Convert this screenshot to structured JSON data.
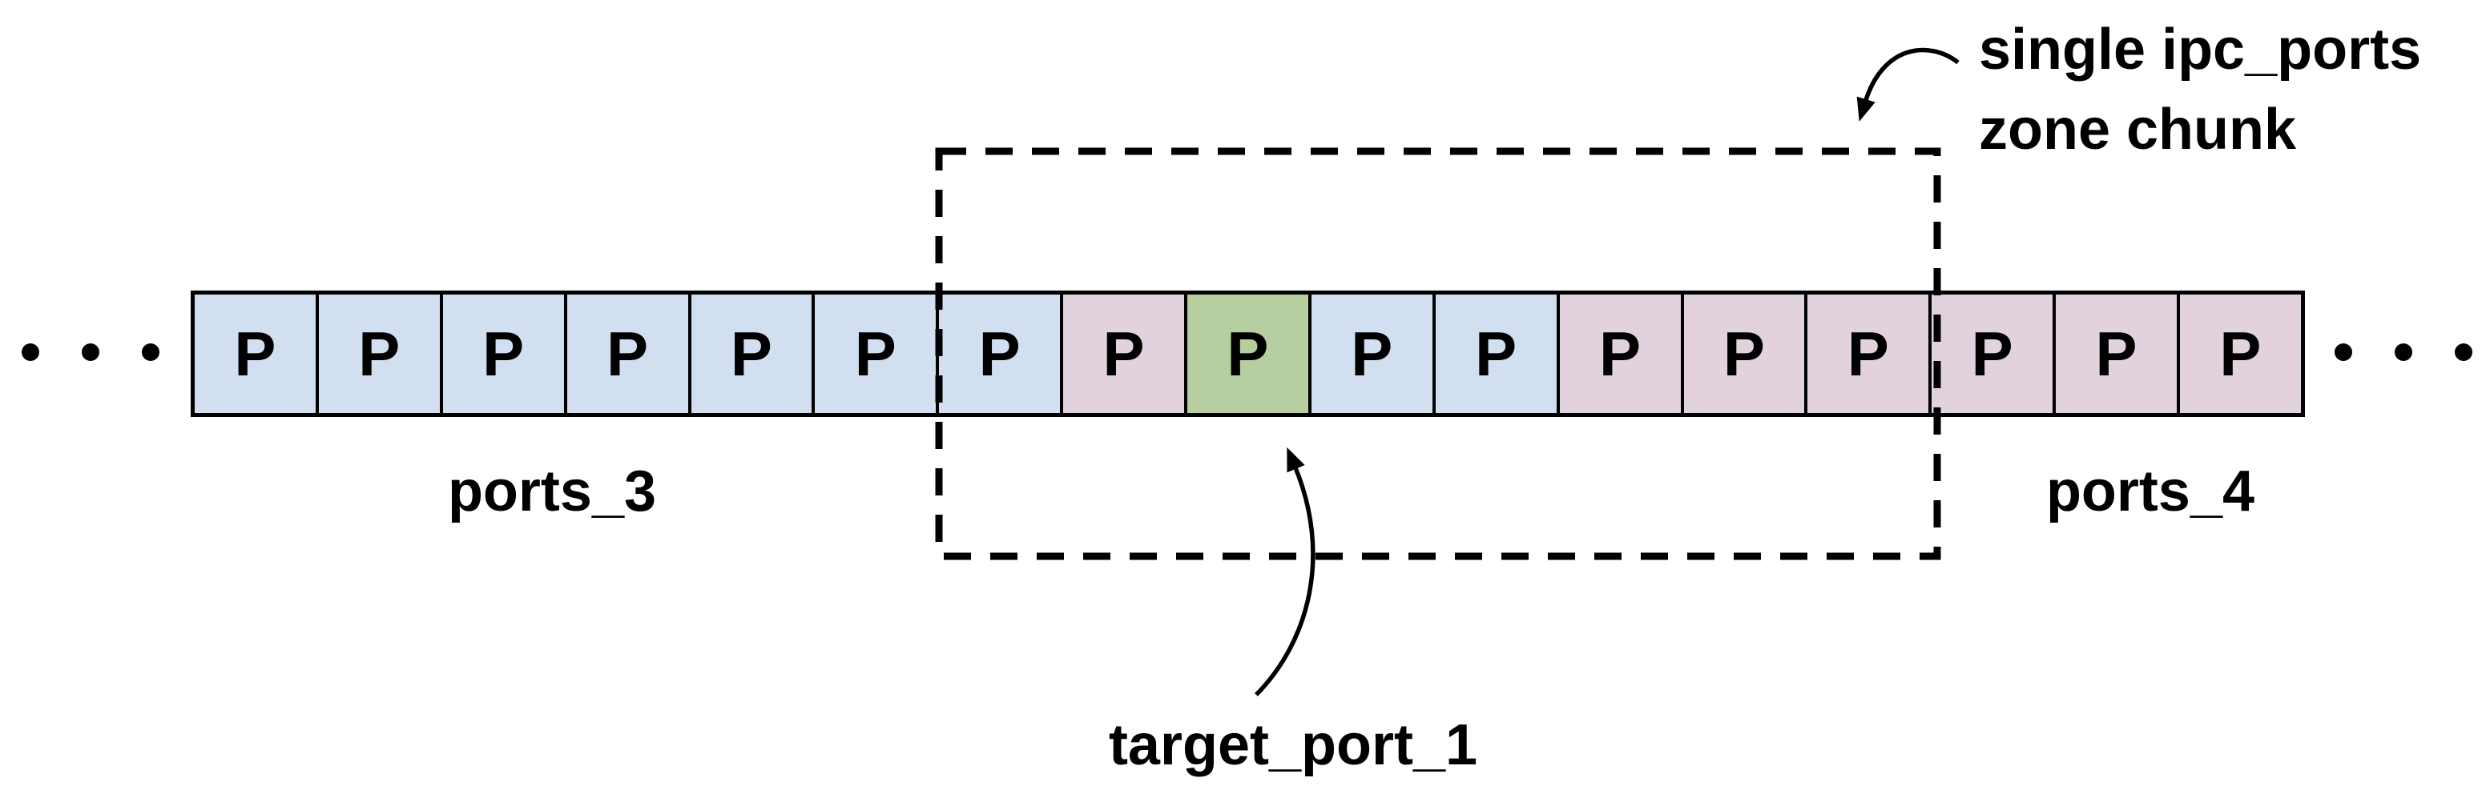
{
  "diagram": {
    "annotation": {
      "line1": "single ipc_ports",
      "line2": "zone chunk"
    },
    "groups": {
      "left_label": "ports_3",
      "right_label": "ports_4"
    },
    "target_label": "target_port_1",
    "cell_letter": "P",
    "colors": {
      "blue": "#d1dff0",
      "pink": "#e2d2dd",
      "green": "#b6cea0",
      "border": "#000000"
    },
    "cells": [
      {
        "label": "P",
        "color": "blue"
      },
      {
        "label": "P",
        "color": "blue"
      },
      {
        "label": "P",
        "color": "blue"
      },
      {
        "label": "P",
        "color": "blue"
      },
      {
        "label": "P",
        "color": "blue"
      },
      {
        "label": "P",
        "color": "blue"
      },
      {
        "label": "P",
        "color": "blue"
      },
      {
        "label": "P",
        "color": "pink"
      },
      {
        "label": "P",
        "color": "green"
      },
      {
        "label": "P",
        "color": "blue"
      },
      {
        "label": "P",
        "color": "blue"
      },
      {
        "label": "P",
        "color": "pink"
      },
      {
        "label": "P",
        "color": "pink"
      },
      {
        "label": "P",
        "color": "pink"
      },
      {
        "label": "P",
        "color": "pink"
      },
      {
        "label": "P",
        "color": "pink"
      },
      {
        "label": "P",
        "color": "pink"
      }
    ]
  }
}
